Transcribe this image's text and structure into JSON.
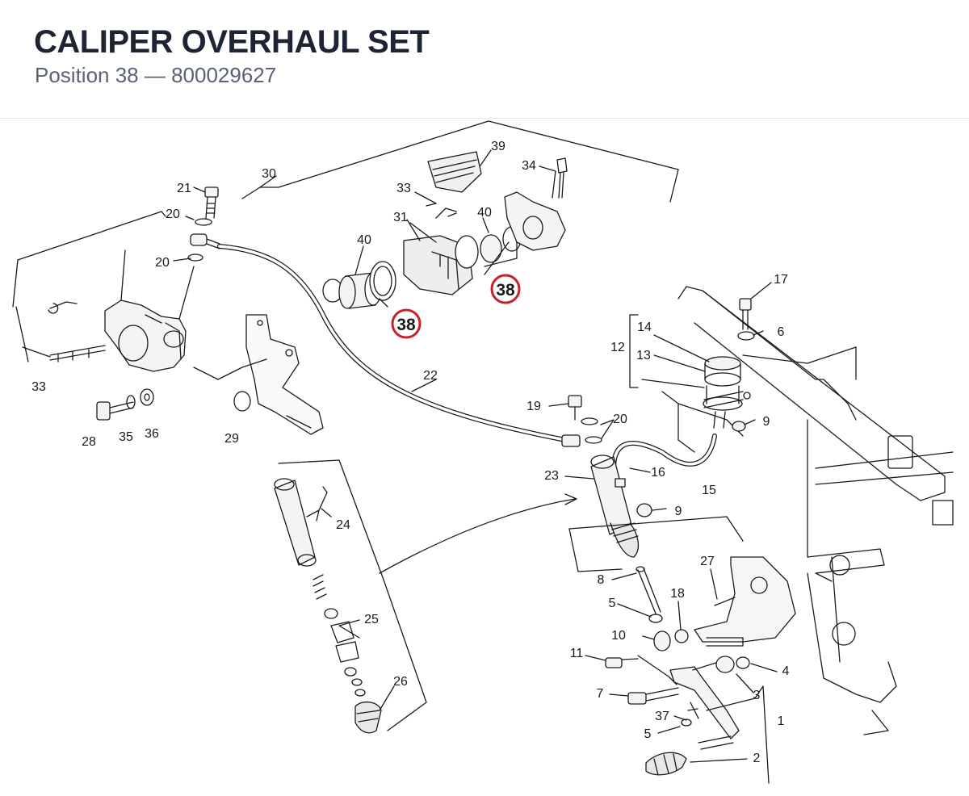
{
  "header": {
    "title": "CALIPER OVERHAUL SET",
    "subtitle": "Position 38 — 800029627"
  },
  "colors": {
    "highlight": "#c8202a",
    "ink": "#1a1a1a",
    "title": "#1d2433",
    "subtitle": "#596273"
  },
  "callouts": [
    {
      "id": "c30",
      "text": "30"
    },
    {
      "id": "c21",
      "text": "21"
    },
    {
      "id": "c20a",
      "text": "20"
    },
    {
      "id": "c20b",
      "text": "20"
    },
    {
      "id": "c33a",
      "text": "33"
    },
    {
      "id": "c28",
      "text": "28"
    },
    {
      "id": "c35",
      "text": "35"
    },
    {
      "id": "c36",
      "text": "36"
    },
    {
      "id": "c29",
      "text": "29"
    },
    {
      "id": "c39",
      "text": "39"
    },
    {
      "id": "c34",
      "text": "34"
    },
    {
      "id": "c33b",
      "text": "33"
    },
    {
      "id": "c31",
      "text": "31"
    },
    {
      "id": "c40a",
      "text": "40"
    },
    {
      "id": "c40b",
      "text": "40"
    },
    {
      "id": "c22",
      "text": "22"
    },
    {
      "id": "c17",
      "text": "17"
    },
    {
      "id": "c6",
      "text": "6"
    },
    {
      "id": "c14",
      "text": "14"
    },
    {
      "id": "c12",
      "text": "12"
    },
    {
      "id": "c13",
      "text": "13"
    },
    {
      "id": "c9a",
      "text": "9"
    },
    {
      "id": "c19",
      "text": "19"
    },
    {
      "id": "c20c",
      "text": "20"
    },
    {
      "id": "c16",
      "text": "16"
    },
    {
      "id": "c15",
      "text": "15"
    },
    {
      "id": "c23",
      "text": "23"
    },
    {
      "id": "c9b",
      "text": "9"
    },
    {
      "id": "c24",
      "text": "24"
    },
    {
      "id": "c25",
      "text": "25"
    },
    {
      "id": "c26",
      "text": "26"
    },
    {
      "id": "c8",
      "text": "8"
    },
    {
      "id": "c27",
      "text": "27"
    },
    {
      "id": "c5a",
      "text": "5"
    },
    {
      "id": "c18",
      "text": "18"
    },
    {
      "id": "c10",
      "text": "10"
    },
    {
      "id": "c11",
      "text": "11"
    },
    {
      "id": "c4",
      "text": "4"
    },
    {
      "id": "c7",
      "text": "7"
    },
    {
      "id": "c3",
      "text": "3"
    },
    {
      "id": "c37",
      "text": "37"
    },
    {
      "id": "c1",
      "text": "1"
    },
    {
      "id": "c5b",
      "text": "5"
    },
    {
      "id": "c2",
      "text": "2"
    }
  ],
  "highlights": [
    {
      "id": "h38a",
      "text": "38"
    },
    {
      "id": "h38b",
      "text": "38"
    }
  ]
}
